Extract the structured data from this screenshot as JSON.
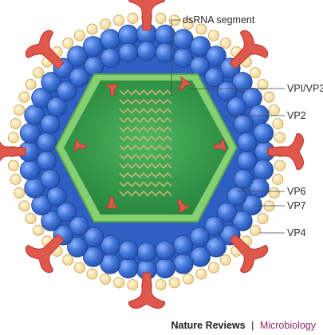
{
  "labels": {
    "dsrna": "dsRNA segment",
    "vp1_vp3": "VPI/VP3",
    "vp2": "VP2",
    "vp6": "VP6",
    "vp7": "VP7",
    "vp4": "VP4"
  },
  "credit": {
    "journal": "Nature Reviews",
    "separator": "|",
    "section": "Microbiology"
  },
  "colors": {
    "outer_bead": "#f6dfa3",
    "outer_bead_stroke": "#c9a24c",
    "vp6_bead": "#3f73d6",
    "vp6_bead_stroke": "#1d3f8f",
    "vp2_shell": "#7cc66a",
    "core": "#2f9a48",
    "spike": "#e0574c",
    "rna": "#c9b27a",
    "section_accent": "#8b2c6e"
  },
  "icons": {
    "vp4": "spike-icon",
    "vp1_vp3": "polymerase-complex-icon",
    "rna": "helix-icon"
  }
}
